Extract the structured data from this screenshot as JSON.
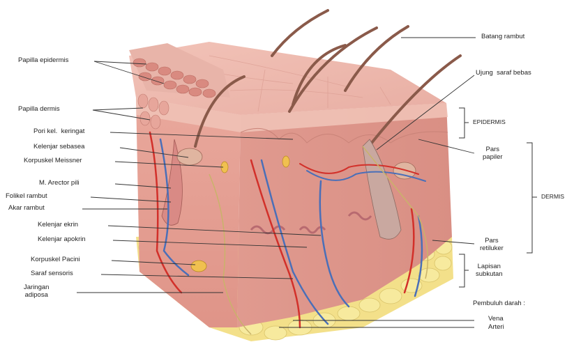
{
  "labels_left": {
    "papilla_epidermis": "Papilla epidermis",
    "papilla_dermis": "Papilla dermis",
    "pori_keringat": "Pori kel.  keringat",
    "kelenjar_sebasea": "Kelenjar sebasea",
    "korpuskel_meissner": "Korpuskel Meissner",
    "arector_pili": "M. Arector pili",
    "folikel_rambut": "Folikel rambut",
    "akar_rambut": "Akar rambut",
    "kelenjar_ekrin": "Kelenjar ekrin",
    "kelenjar_apokrin": "Kelenjar apokrin",
    "korpuskel_pacini": "Korpuskel Pacini",
    "saraf_sensoris": "Saraf sensoris",
    "jaringan_adiposa": "Jaringan\nadiposa"
  },
  "labels_right": {
    "batang_rambut": "Batang rambut",
    "ujung_saraf_bebas": "Ujung  saraf bebas",
    "epidermis": "EPIDERMIS",
    "pars_papiler": "Pars\npapiler",
    "dermis": "DERMIS",
    "pars_retiluker": "Pars\nretiluker",
    "lapisan_subkutan": "Lapisan\nsubkutan",
    "pembuluh_darah": "Pembuluh darah :",
    "vena": "Vena",
    "arteri": "Arteri"
  },
  "colors": {
    "skin_top": "#eab3a8",
    "skin_side": "#e39d92",
    "dermis": "#ecaaa0",
    "fat": "#f3e08a",
    "artery": "#d2302a",
    "vein": "#4a6fb8",
    "hair": "#8a5a4a"
  }
}
